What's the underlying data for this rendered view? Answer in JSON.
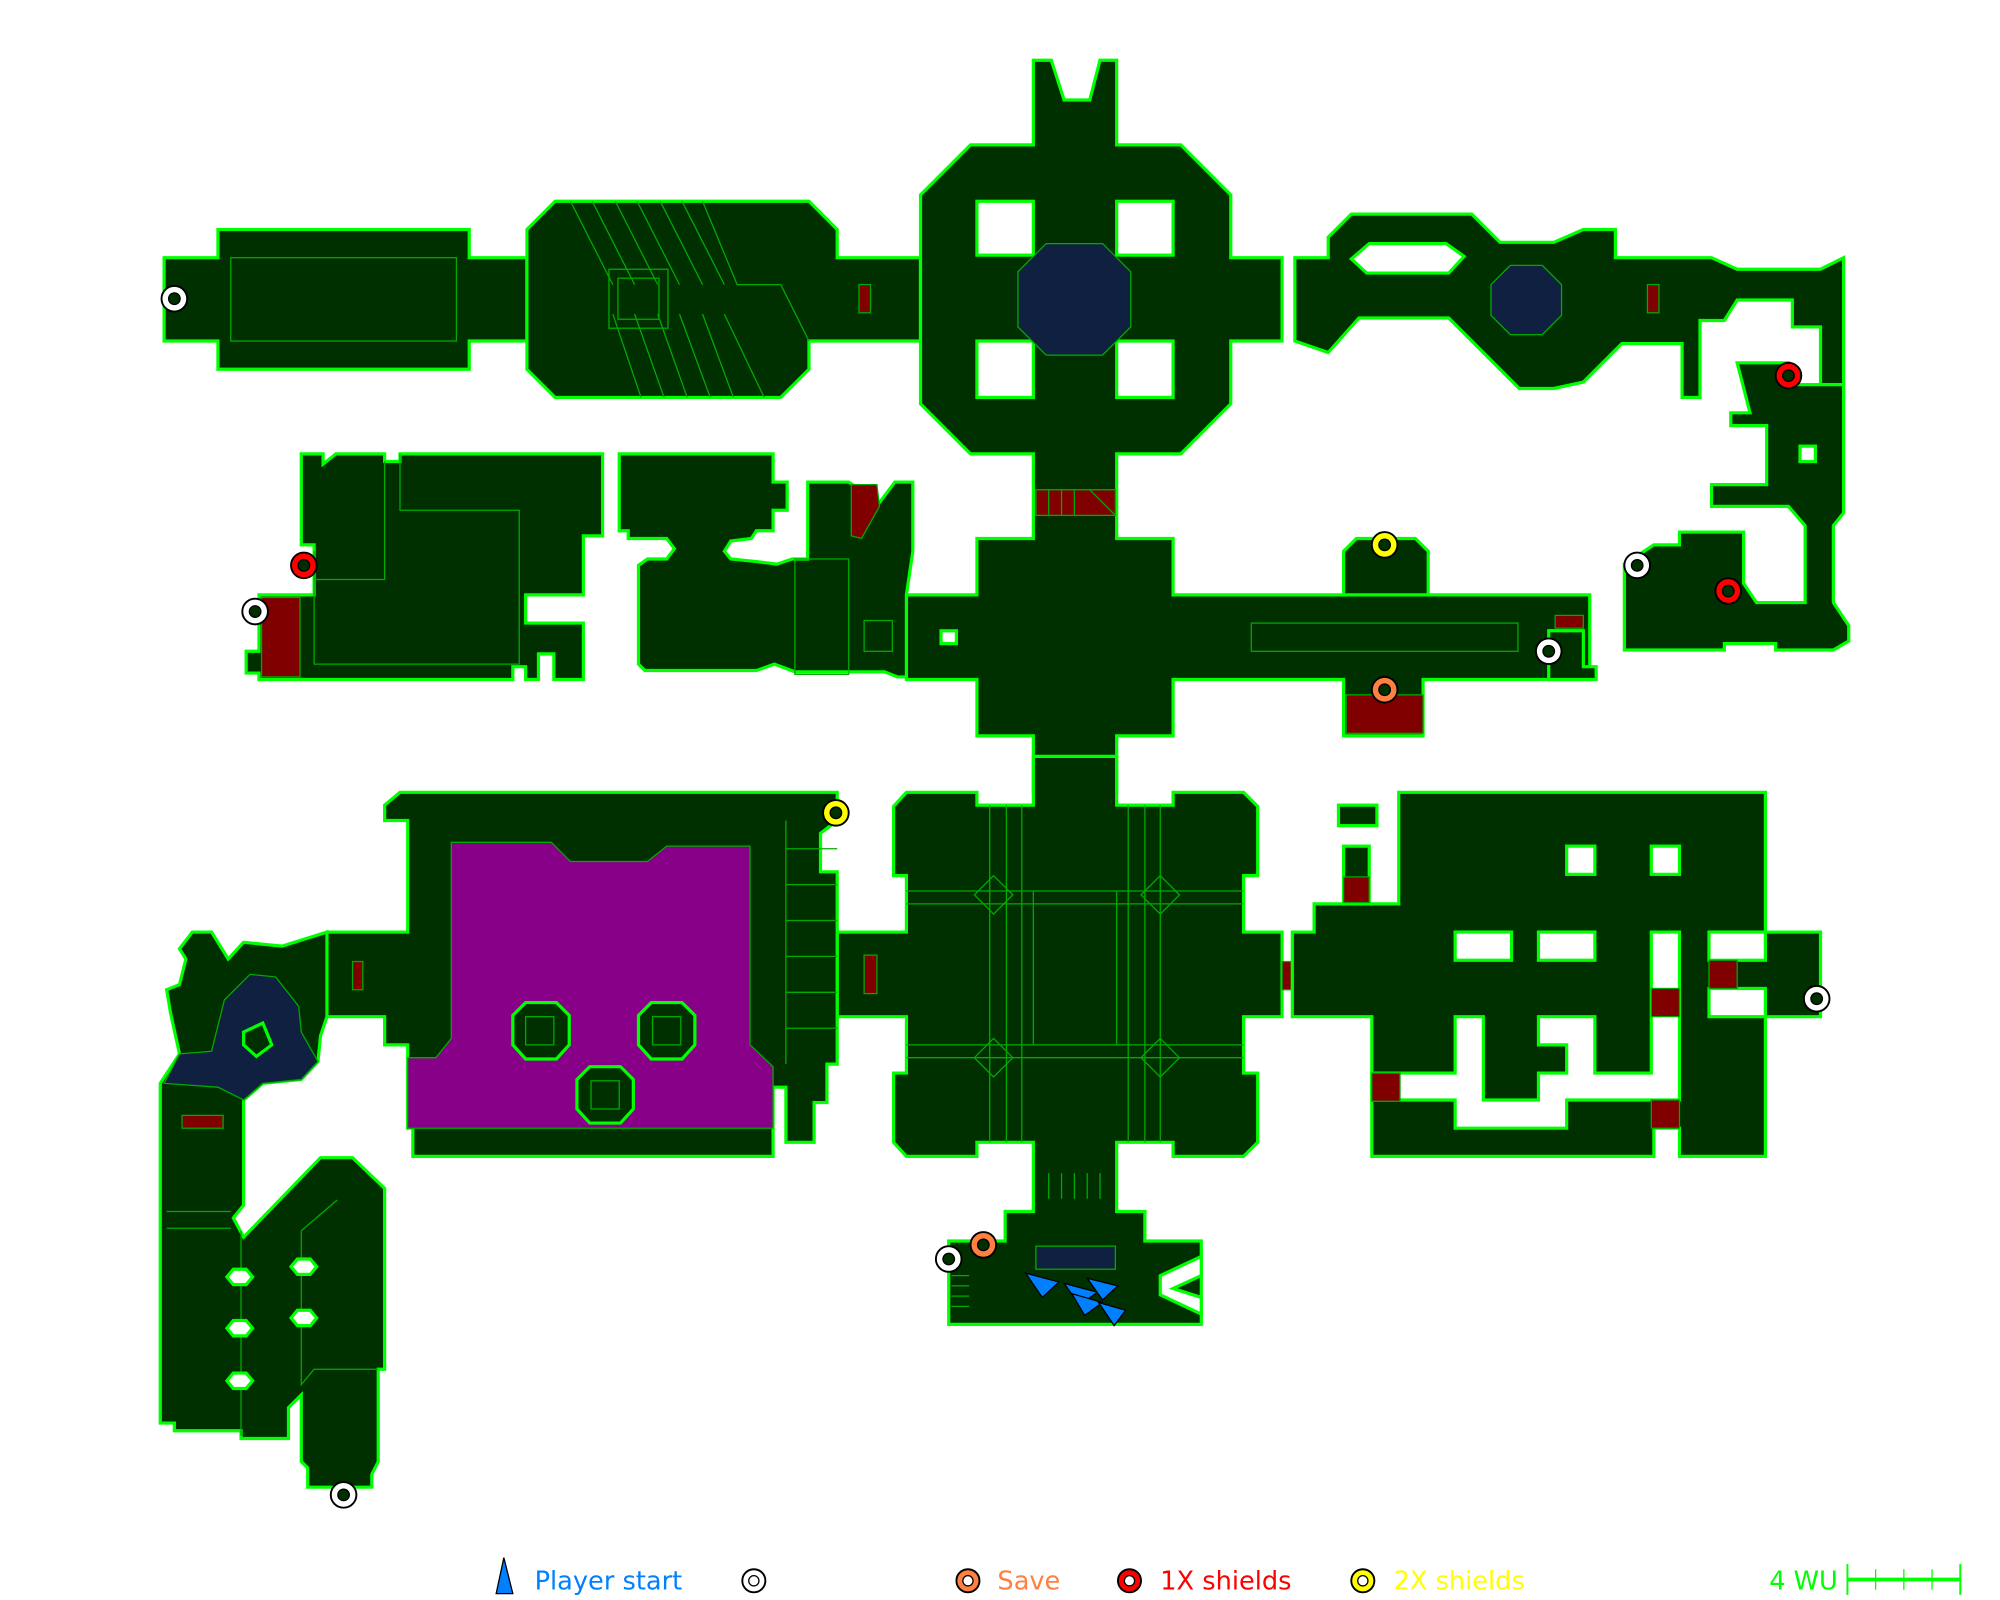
{
  "legend": {
    "player_start": "Player start",
    "save": "Save",
    "shields_1x": "1X shields",
    "shields_2x": "2X shields",
    "scale": "4 WU"
  },
  "colors": {
    "room_fill": "#003000",
    "wall": "#00ff00",
    "liquid_water": "#102040",
    "liquid_purple": "#880088",
    "hazard": "#800000",
    "player_start": "#0080ff",
    "save": "#ff8040",
    "shields_1x": "#ff0000",
    "shields_2x": "#ffff00",
    "pattern_buffer": "#ffffff"
  }
}
